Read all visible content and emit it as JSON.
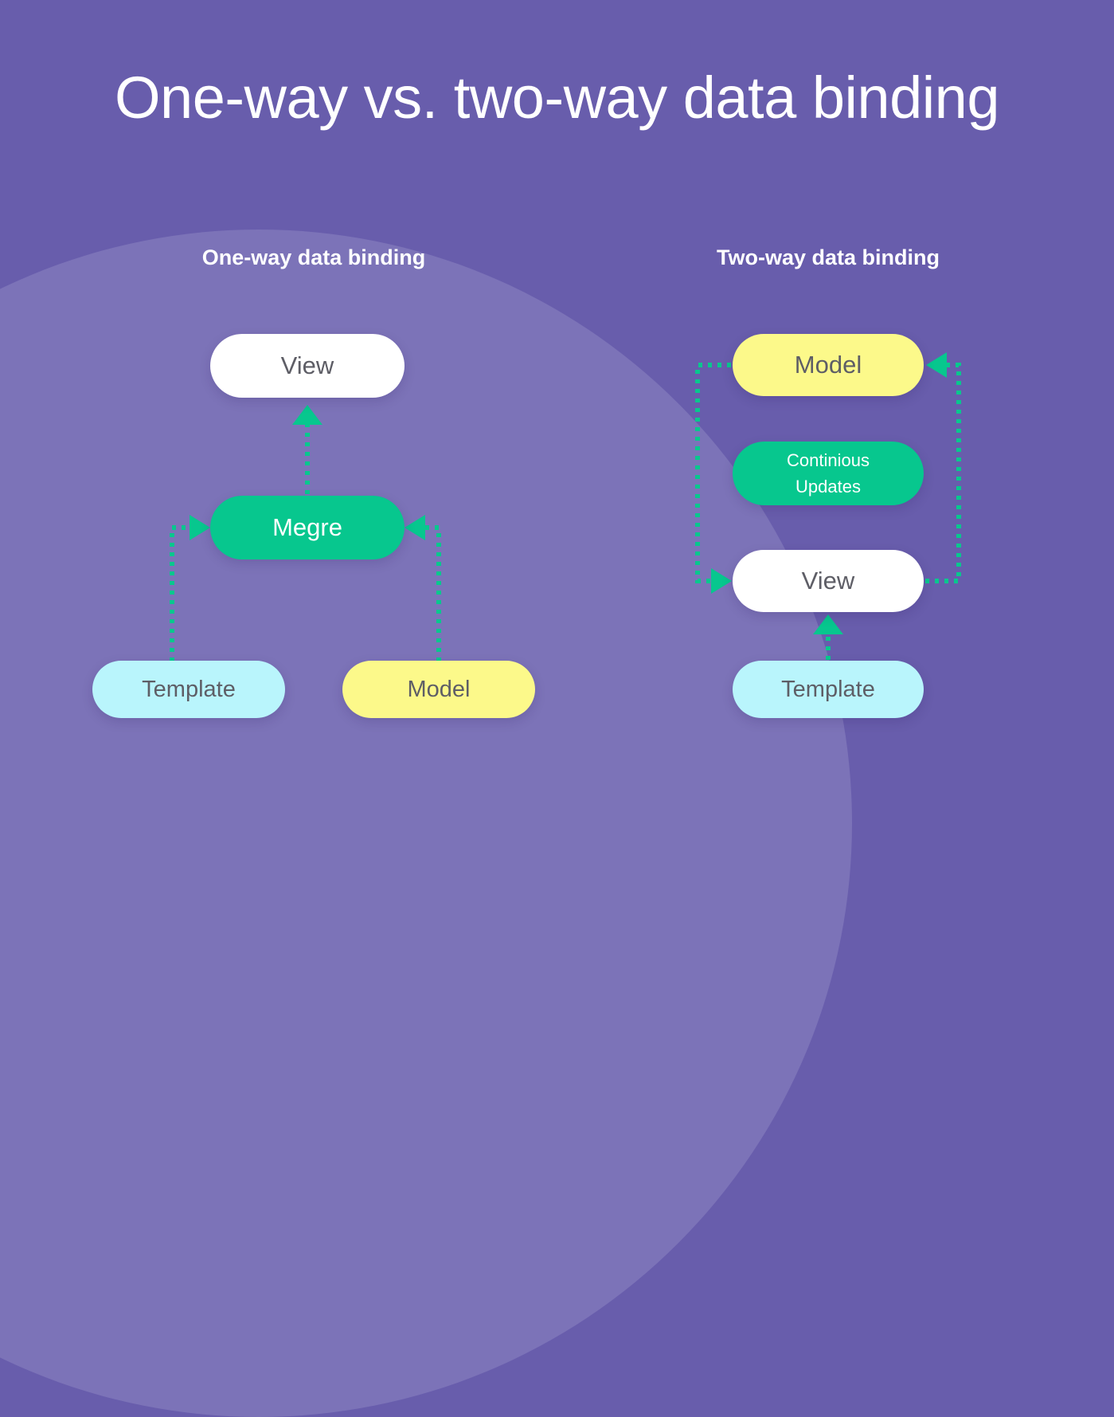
{
  "page": {
    "title": "One-way vs. two-way data binding",
    "background_color": "#685DAC",
    "background_accent_color": "#7C73B8"
  },
  "colors": {
    "teal": "#07C78E",
    "yellow": "#FCF98A",
    "cyan": "#B9F5FC",
    "white": "#FFFFFF",
    "node_text": "#5E5E66"
  },
  "panels": {
    "left": {
      "title": "One-way data binding",
      "nodes": {
        "view": "View",
        "merge": "Megre",
        "template": "Template",
        "model": "Model"
      }
    },
    "right": {
      "title": "Two-way data binding",
      "nodes": {
        "model": "Model",
        "continuous_updates_line1": "Continious",
        "continuous_updates_line2": "Updates",
        "view": "View",
        "template": "Template"
      }
    }
  },
  "chart_data": {
    "type": "diagram",
    "title": "One-way vs. two-way data binding",
    "diagrams": [
      {
        "name": "One-way data binding",
        "nodes": [
          {
            "id": "view",
            "label": "View",
            "color": "#FFFFFF"
          },
          {
            "id": "merge",
            "label": "Megre",
            "color": "#07C78E"
          },
          {
            "id": "template",
            "label": "Template",
            "color": "#B9F5FC"
          },
          {
            "id": "model",
            "label": "Model",
            "color": "#FCF98A"
          }
        ],
        "edges": [
          {
            "from": "merge",
            "to": "view",
            "style": "dotted",
            "arrow": "up"
          },
          {
            "from": "template",
            "to": "merge",
            "style": "dotted",
            "arrow": "right"
          },
          {
            "from": "model",
            "to": "merge",
            "style": "dotted",
            "arrow": "left"
          }
        ]
      },
      {
        "name": "Two-way data binding",
        "nodes": [
          {
            "id": "model",
            "label": "Model",
            "color": "#FCF98A"
          },
          {
            "id": "updates",
            "label": "Continious Updates",
            "color": "#07C78E"
          },
          {
            "id": "view",
            "label": "View",
            "color": "#FFFFFF"
          },
          {
            "id": "template",
            "label": "Template",
            "color": "#B9F5FC"
          }
        ],
        "edges": [
          {
            "from": "model",
            "to": "view",
            "style": "dotted",
            "arrow": "right",
            "path": "left-side"
          },
          {
            "from": "view",
            "to": "model",
            "style": "dotted",
            "arrow": "left",
            "path": "right-side"
          },
          {
            "from": "template",
            "to": "view",
            "style": "dotted",
            "arrow": "up"
          }
        ]
      }
    ]
  }
}
